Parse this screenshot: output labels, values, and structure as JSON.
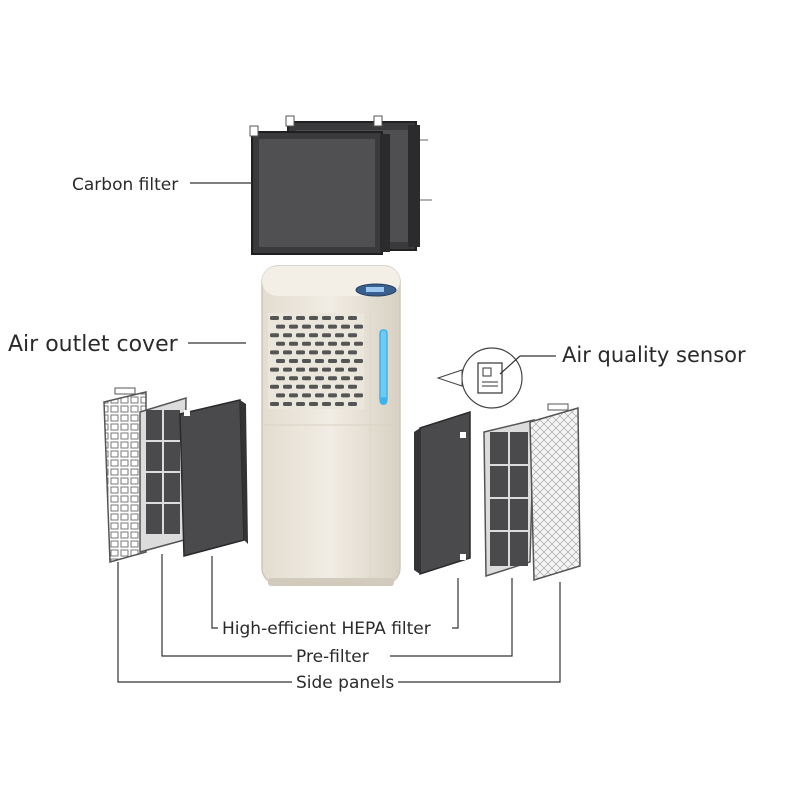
{
  "labels": {
    "carbon_filter": "Carbon filter",
    "air_outlet_cover": "Air outlet cover",
    "air_quality_sensor": "Air quality sensor",
    "hepa_filter": "High-efficient HEPA filter",
    "pre_filter": "Pre-filter",
    "side_panels": "Side panels"
  },
  "colors": {
    "filter_dark": "#4a4a4c",
    "filter_edge": "#2e2e30",
    "body_cream": "#ede8dd",
    "body_shade": "#d9d3c6",
    "led_blue": "#3fb4ec",
    "display_blue": "#3a5f8f",
    "line": "#333333"
  }
}
